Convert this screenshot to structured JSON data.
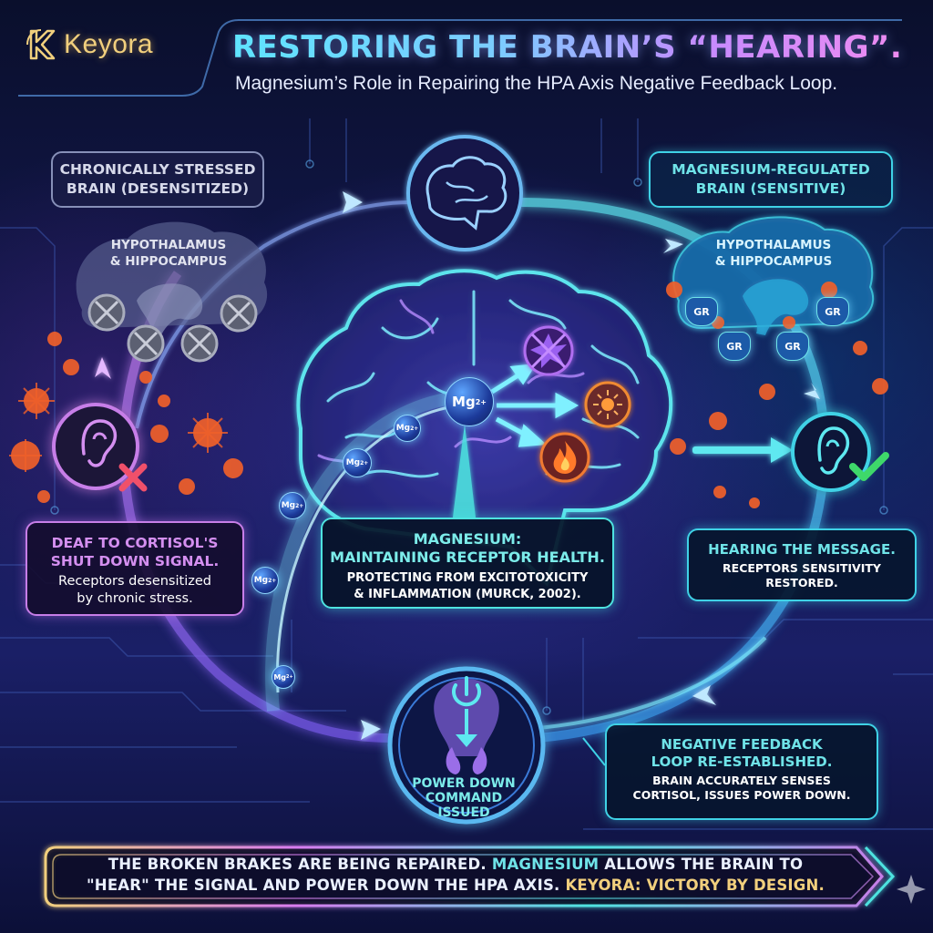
{
  "header": {
    "brand": "Keyora",
    "title": "RESTORING THE BRAIN’S “HEARING”.",
    "subtitle": "Magnesium’s Role in Repairing the HPA Axis Negative Feedback Loop."
  },
  "left_panel": {
    "heading_line1": "CHRONICALLY STRESSED",
    "heading_line2": "BRAIN (DESENSITIZED)",
    "region_line1": "HYPOTHALAMUS",
    "region_line2": "& HIPPOCAMPUS",
    "receptor_state": "blocked",
    "receptor_icon": "x-circle-icon",
    "callout_title_line1": "DEAF TO CORTISOL'S",
    "callout_title_line2": "SHUT DOWN SIGNAL.",
    "callout_sub_line1": "Receptors desensitized",
    "callout_sub_line2": "by chronic stress.",
    "ear_status_icon": "red-x-icon"
  },
  "right_panel": {
    "heading_line1": "MAGNESIUM-REGULATED",
    "heading_line2": "BRAIN (SENSITIVE)",
    "region_line1": "HYPOTHALAMUS",
    "region_line2": "& HIPPOCAMPUS",
    "receptor_label": "GR",
    "receptor_count": 4,
    "callout_title": "HEARING THE MESSAGE.",
    "callout_sub_line1": "RECEPTORS SENSITIVITY",
    "callout_sub_line2": "RESTORED.",
    "ear_status_icon": "green-check-icon"
  },
  "center": {
    "ion_label": "Mg",
    "ion_charge": "2+",
    "targets": [
      "excitotoxicity-icon",
      "inflammation-icon",
      "fire-icon"
    ],
    "callout_title_line1": "MAGNESIUM:",
    "callout_title_line2": "MAINTAINING RECEPTOR HEALTH.",
    "callout_sub_line1": "PROTECTING FROM EXCITOTOXICITY",
    "callout_sub_line2": "& INFLAMMATION (MURCK, 2002)."
  },
  "bottom": {
    "power_line1": "POWER DOWN",
    "power_line2": "COMMAND",
    "power_line3": "ISSUED",
    "neg_title_line1": "NEGATIVE FEEDBACK",
    "neg_title_line2": "LOOP RE-ESTABLISHED.",
    "neg_sub_line1": "BRAIN ACCURATELY SENSES",
    "neg_sub_line2": "CORTISOL, ISSUES POWER DOWN."
  },
  "banner": {
    "part1": "THE BROKEN BRAKES ARE BEING REPAIRED. ",
    "highlight_mg": "MAGNESIUM",
    "part2": " ALLOWS THE BRAIN TO",
    "part3": "\"HEAR\" THE SIGNAL AND POWER DOWN THE HPA AXIS. ",
    "highlight_brand": "KEYORA: VICTORY BY DESIGN."
  },
  "colors": {
    "background": "#0b1030",
    "cyan_accent": "#4ee3e0",
    "purple_accent": "#c77ee8",
    "gold_brand": "#f1cf7d",
    "virus_orange": "#f0602a",
    "check_green": "#3ed86a",
    "x_red": "#f0506a"
  }
}
